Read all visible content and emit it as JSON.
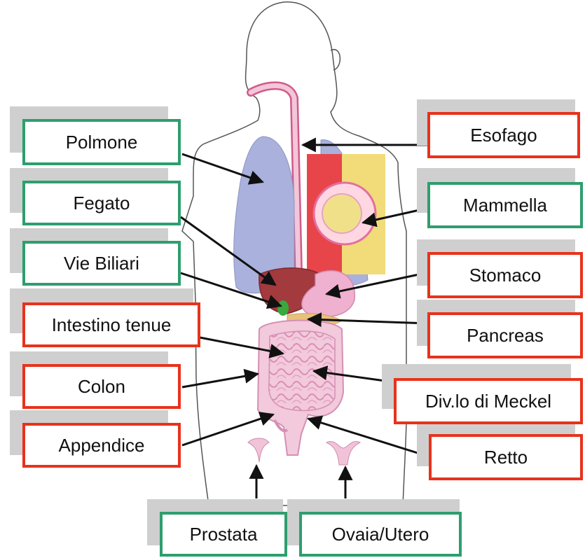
{
  "diagram": {
    "colors": {
      "green_border": "#2e9e6e",
      "red_border": "#e8321c",
      "shadow": "#cfcfcf",
      "arrow": "#111111",
      "lung": "#a9b1dc",
      "liver": "#a23a3e",
      "intestine": "#f1c3d8",
      "breast_panel": "#f1dc79"
    },
    "labels": {
      "polmone": "Polmone",
      "fegato": "Fegato",
      "vie_biliari": "Vie Biliari",
      "intestino_tenue": "Intestino tenue",
      "colon": "Colon",
      "appendice": "Appendice",
      "esofago": "Esofago",
      "mammella": "Mammella",
      "stomaco": "Stomaco",
      "pancreas": "Pancreas",
      "meckel": "Div.lo di Meckel",
      "retto": "Retto",
      "prostata": "Prostata",
      "ovaia_utero": "Ovaia/Utero"
    },
    "label_colors": {
      "polmone": "green",
      "fegato": "green",
      "vie_biliari": "green",
      "intestino_tenue": "red",
      "colon": "red",
      "appendice": "red",
      "esofago": "red",
      "mammella": "green",
      "stomaco": "red",
      "pancreas": "red",
      "meckel": "red",
      "retto": "red",
      "prostata": "green",
      "ovaia_utero": "green"
    }
  }
}
